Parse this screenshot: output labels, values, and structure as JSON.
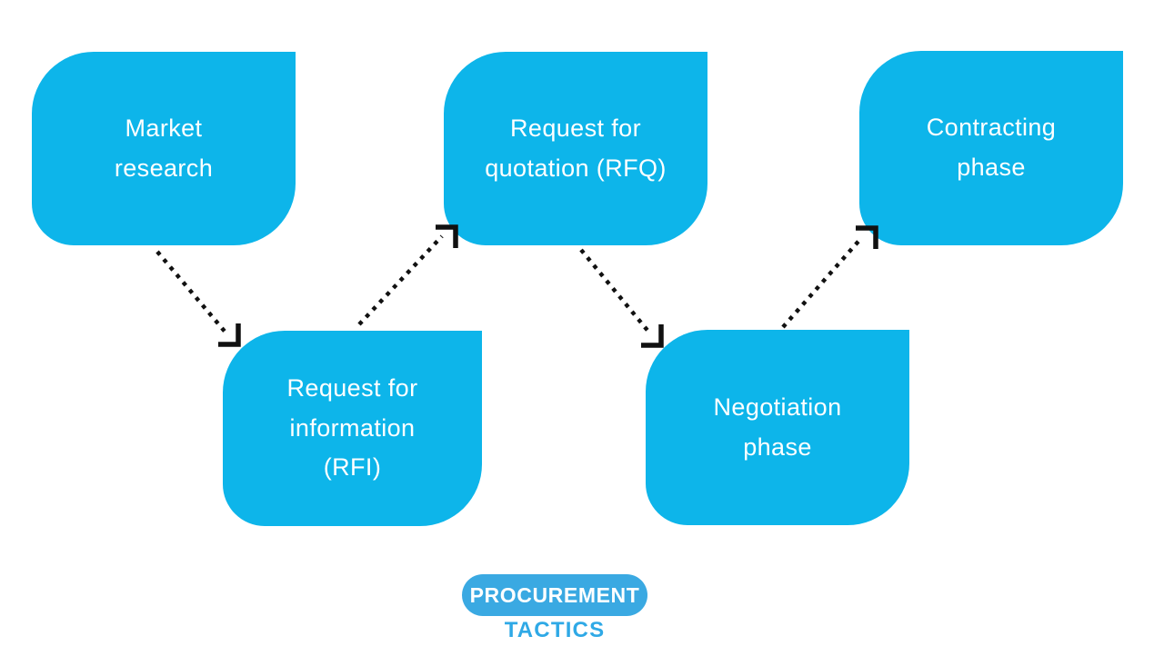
{
  "diagram": {
    "colors": {
      "node_fill": "#0db5ea",
      "node_text": "#ffffff",
      "arrow": "#111111"
    },
    "nodes": [
      {
        "name": "market-research",
        "label": "Market research",
        "lines": [
          "Market",
          "research"
        ]
      },
      {
        "name": "request-for-information",
        "label": "Request for information (RFI)",
        "lines": [
          "Request for",
          "information",
          "(RFI)"
        ]
      },
      {
        "name": "request-for-quotation",
        "label": "Request for quotation (RFQ)",
        "lines": [
          "Request for",
          "quotation (RFQ)"
        ]
      },
      {
        "name": "negotiation-phase",
        "label": "Negotiation phase",
        "lines": [
          "Negotiation",
          "phase"
        ]
      },
      {
        "name": "contracting-phase",
        "label": "Contracting phase",
        "lines": [
          "Contracting",
          "phase"
        ]
      }
    ],
    "arrows": [
      {
        "from": "market-research",
        "to": "request-for-information",
        "direction": "down-right",
        "style": "dotted"
      },
      {
        "from": "request-for-information",
        "to": "request-for-quotation",
        "direction": "up-right",
        "style": "dotted"
      },
      {
        "from": "request-for-quotation",
        "to": "negotiation-phase",
        "direction": "down-right",
        "style": "dotted"
      },
      {
        "from": "negotiation-phase",
        "to": "contracting-phase",
        "direction": "up-right",
        "style": "dotted"
      }
    ]
  },
  "logo": {
    "badge_text": "PROCUREMENT",
    "subtext": "TACTICS",
    "badge_fill": "#3aa9e2",
    "badge_text_color": "#ffffff",
    "subtext_color": "#2fa9e6"
  }
}
